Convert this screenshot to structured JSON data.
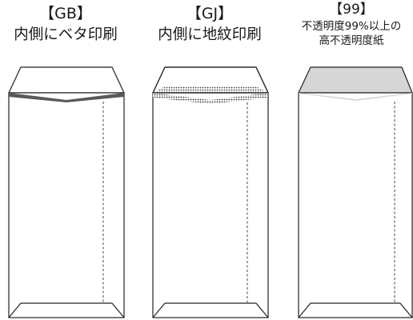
{
  "envelopes": [
    {
      "code": "【GB】",
      "description_lines": [
        "内側にベタ印刷"
      ],
      "inner_style": "solid",
      "inner_color": "#595959"
    },
    {
      "code": "【GJ】",
      "description_lines": [
        "内側に地紋印刷"
      ],
      "inner_style": "dot-pattern",
      "inner_color": "#333333"
    },
    {
      "code": "【99】",
      "description_lines": [
        "不透明度99%以上の",
        "高不透明度紙"
      ],
      "inner_style": "light-fill",
      "inner_color": "#d6d6d6"
    }
  ],
  "colors": {
    "outline": "#222222",
    "paper": "#ffffff"
  }
}
